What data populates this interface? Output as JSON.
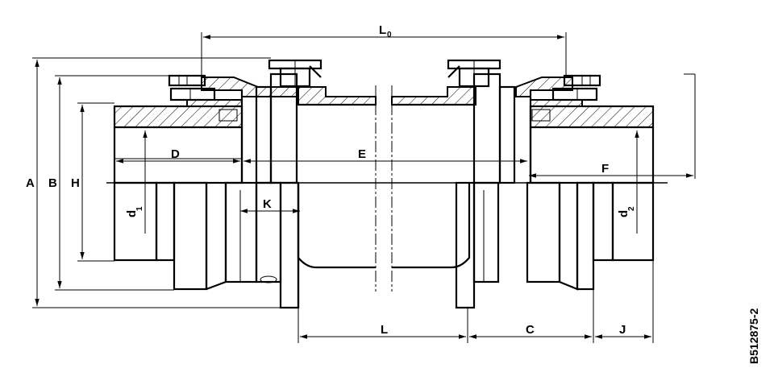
{
  "drawing": {
    "reference_code": "B512875-2",
    "dimensions": {
      "A": "A",
      "B": "B",
      "H": "H",
      "D": "D",
      "E": "E",
      "F": "F",
      "K": "K",
      "L": "L",
      "C": "C",
      "J": "J",
      "L0": {
        "main": "L",
        "sub": "0"
      },
      "d1": {
        "main": "d",
        "sub": "1"
      },
      "d2": {
        "main": "d",
        "sub": "2"
      }
    }
  }
}
